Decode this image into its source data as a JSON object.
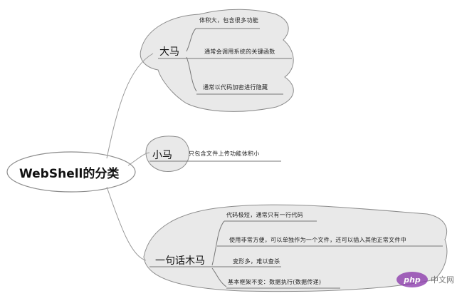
{
  "root": {
    "label": "WebShell的分类"
  },
  "branches": [
    {
      "label": "大马",
      "leaves": [
        "体积大，包含很多功能",
        "通常会调用系统的关键函数",
        "通常以代码加密进行隐藏"
      ]
    },
    {
      "label": "小马",
      "leaves": [
        "只包含文件上传功能体积小"
      ]
    },
    {
      "label": "一句话木马",
      "leaves": [
        "代码极短，通常只有一行代码",
        "使用非常方便，可以单独作为一个文件，还可以插入其他正常文件中",
        "变形多，难以查杀",
        "基本框架不变：数据执行(数据传递)"
      ]
    }
  ],
  "watermark": {
    "badge": "php",
    "text": "中文网"
  }
}
